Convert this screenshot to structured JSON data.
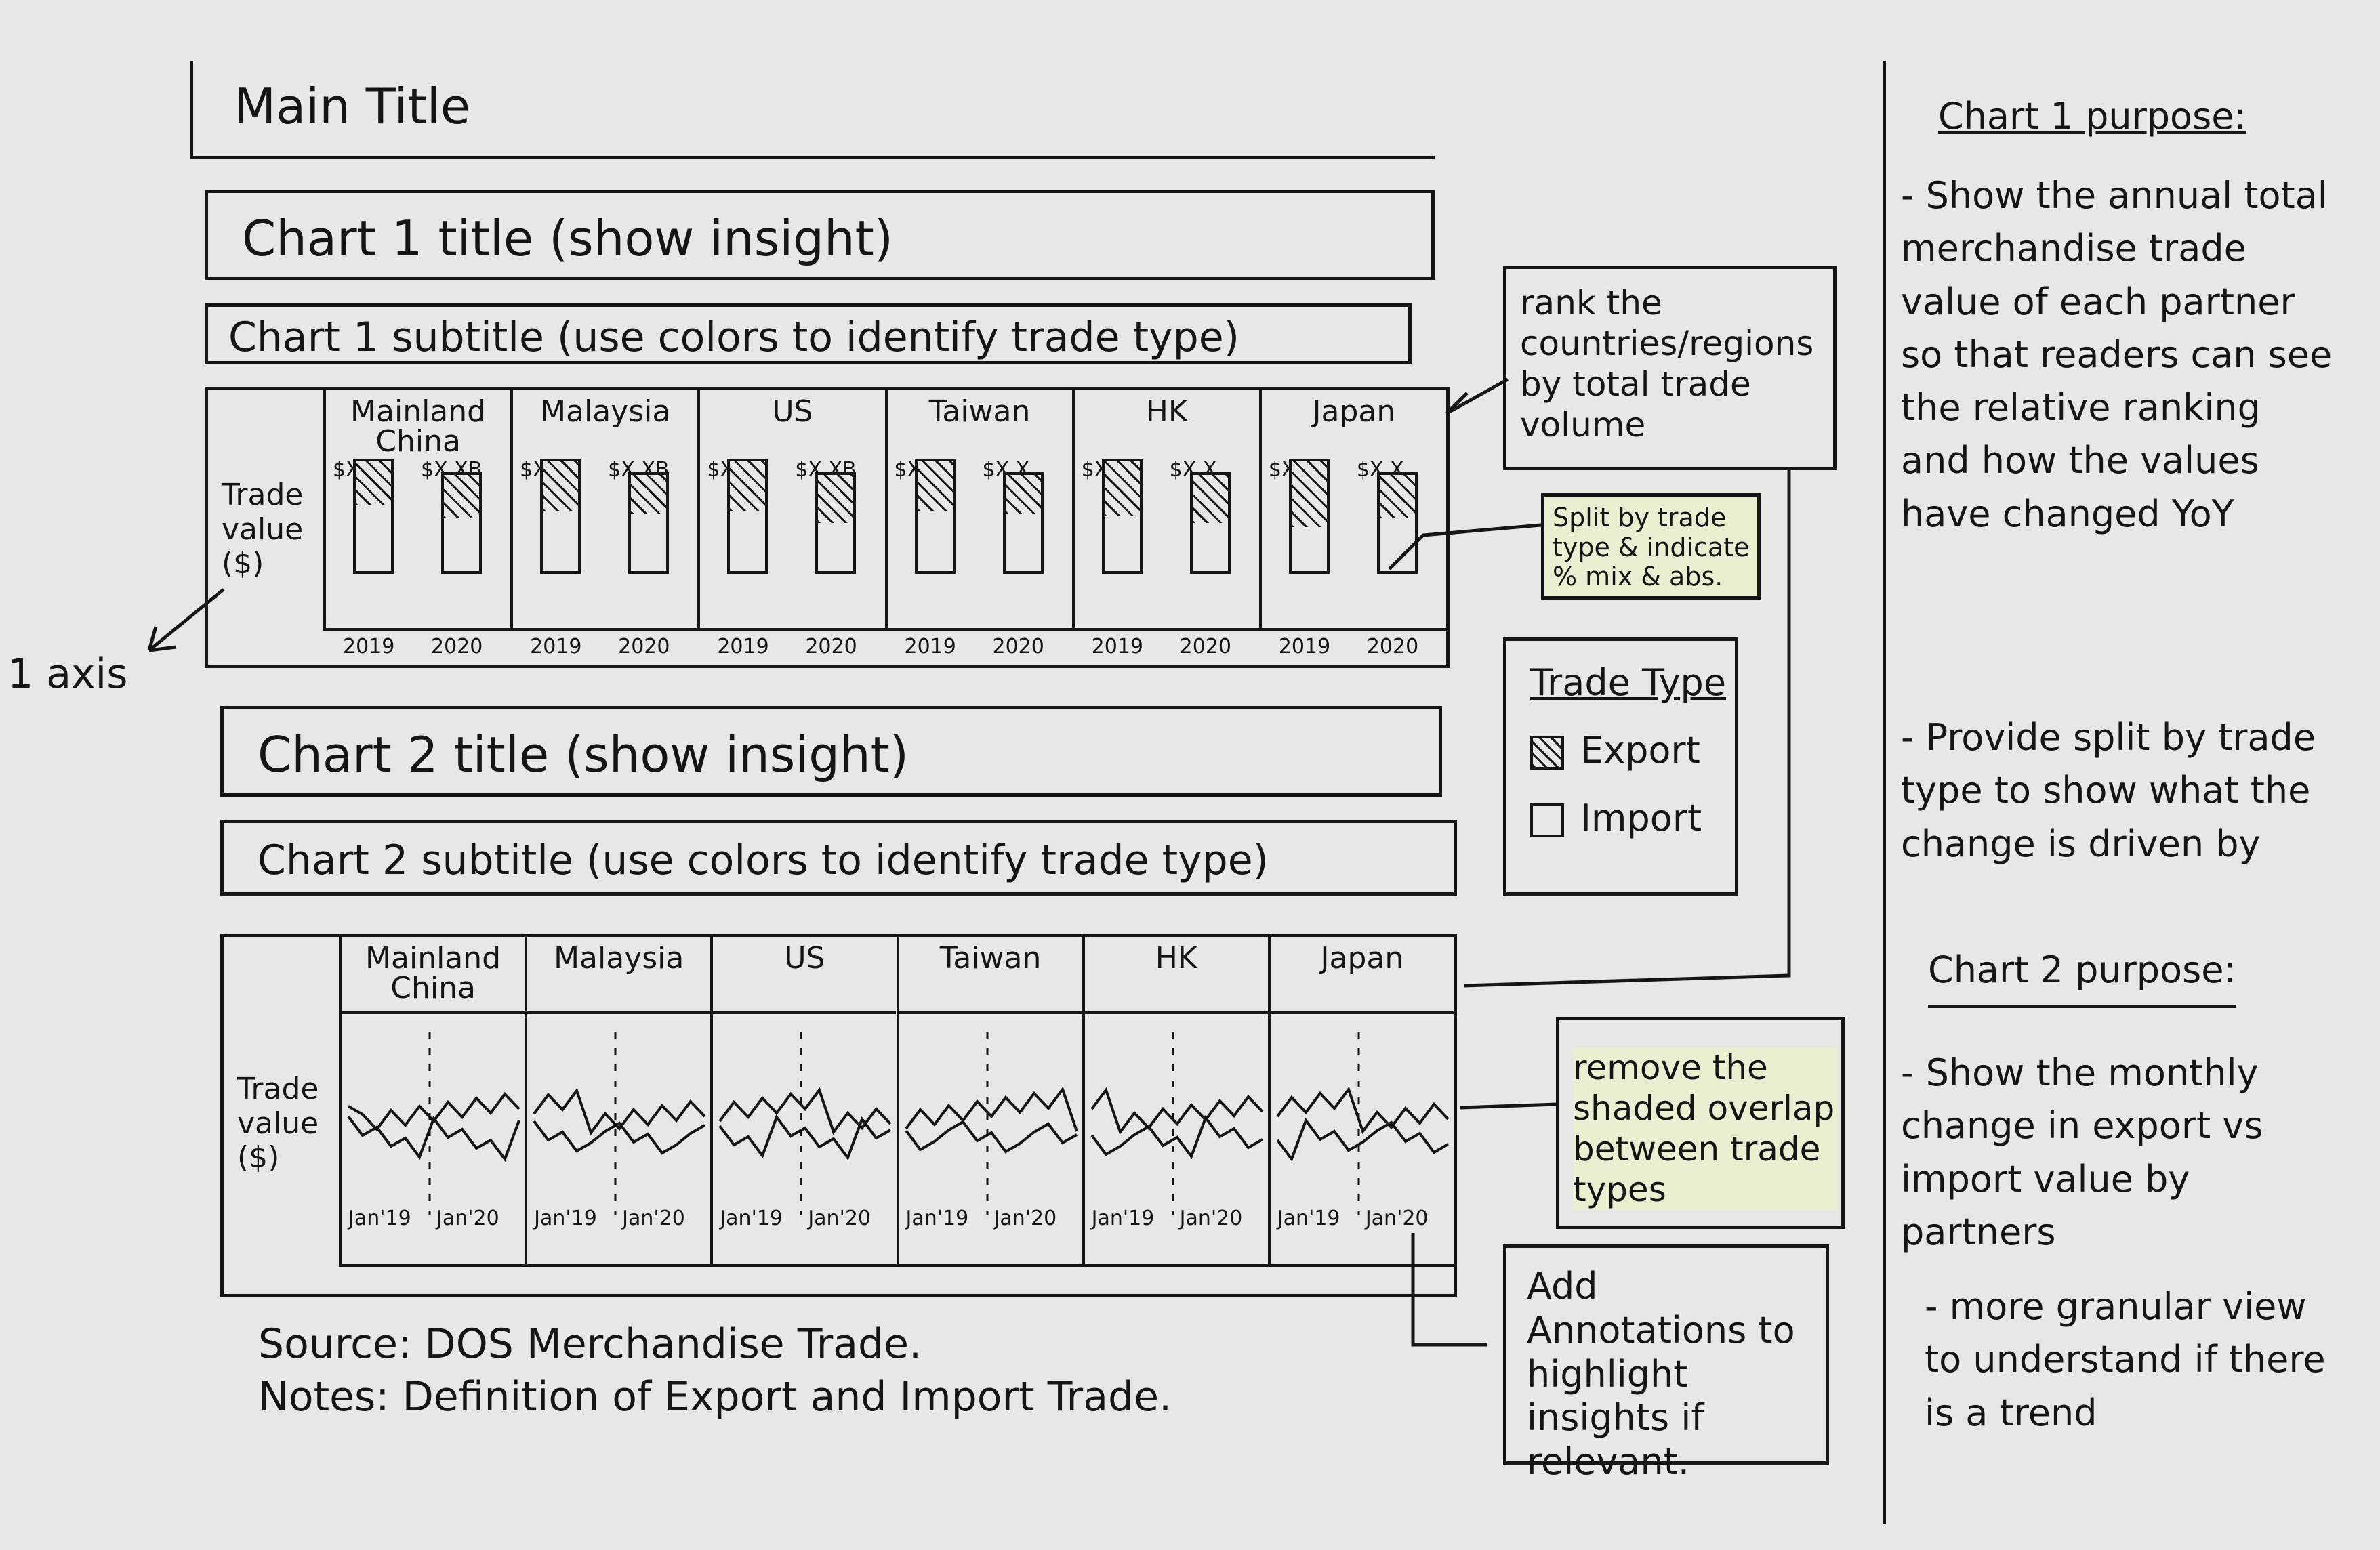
{
  "main_title": "Main Title",
  "chart1": {
    "title": "Chart 1 title (show insight)",
    "subtitle": "Chart 1 subtitle (use colors to identify trade type)",
    "y_axis_label": "Trade value ($)",
    "countries": [
      {
        "name": "Mainland China",
        "bars": [
          {
            "year": "2019",
            "label": "$X.XB",
            "export_share": 0.4
          },
          {
            "year": "2020",
            "label": "$X.XB",
            "export_share": 0.45
          }
        ]
      },
      {
        "name": "Malaysia",
        "bars": [
          {
            "year": "2019",
            "label": "$X.XB",
            "export_share": 0.45
          },
          {
            "year": "2020",
            "label": "$X.XB",
            "export_share": 0.4
          }
        ]
      },
      {
        "name": "US",
        "bars": [
          {
            "year": "2019",
            "label": "$X.XB",
            "export_share": 0.45
          },
          {
            "year": "2020",
            "label": "$X.XB",
            "export_share": 0.5
          }
        ]
      },
      {
        "name": "Taiwan",
        "bars": [
          {
            "year": "2019",
            "label": "$X.X",
            "export_share": 0.45
          },
          {
            "year": "2020",
            "label": "$X.X",
            "export_share": 0.4
          }
        ]
      },
      {
        "name": "HK",
        "bars": [
          {
            "year": "2019",
            "label": "$X.X",
            "export_share": 0.5
          },
          {
            "year": "2020",
            "label": "$X.X",
            "export_share": 0.5
          }
        ]
      },
      {
        "name": "Japan",
        "bars": [
          {
            "year": "2019",
            "label": "$X.X",
            "export_share": 0.6
          },
          {
            "year": "2020",
            "label": "$X.X",
            "export_share": 0.45
          }
        ]
      }
    ]
  },
  "axis_note": "1 axis",
  "chart2": {
    "title": "Chart 2 title (show insight)",
    "subtitle": "Chart 2 subtitle (use colors to identify trade type)",
    "y_axis_label": "Trade value ($)",
    "countries": [
      "Mainland China",
      "Malaysia",
      "US",
      "Taiwan",
      "HK",
      "Japan"
    ],
    "x_labels": [
      "Jan'19",
      "Jan'20"
    ]
  },
  "source": "Source: DOS Merchandise Trade.",
  "notes": "Notes: Definition of Export and Import Trade.",
  "annotations": {
    "rank": "rank the countries/regions by total trade volume",
    "split": "Split by trade type & indicate % mix & abs.",
    "remove_overlap": "remove the shaded overlap between trade types",
    "add_annotations": "Add Annotations to highlight insights if relevant."
  },
  "legend": {
    "title": "Trade Type",
    "items": [
      {
        "label": "Export",
        "pattern": "hatched"
      },
      {
        "label": "Import",
        "pattern": "empty"
      }
    ]
  },
  "purpose": {
    "chart1_heading": "Chart 1 purpose:",
    "chart1_points": [
      "- Show the annual total merchandise trade value of each partner so that readers can see the relative ranking and how the values have changed YoY",
      "- Provide split by trade type to show what the change is driven by"
    ],
    "chart2_heading": "Chart 2 purpose:",
    "chart2_points": [
      "- Show the monthly change in export vs import value by partners",
      "- more granular view to understand if there is a trend"
    ]
  }
}
